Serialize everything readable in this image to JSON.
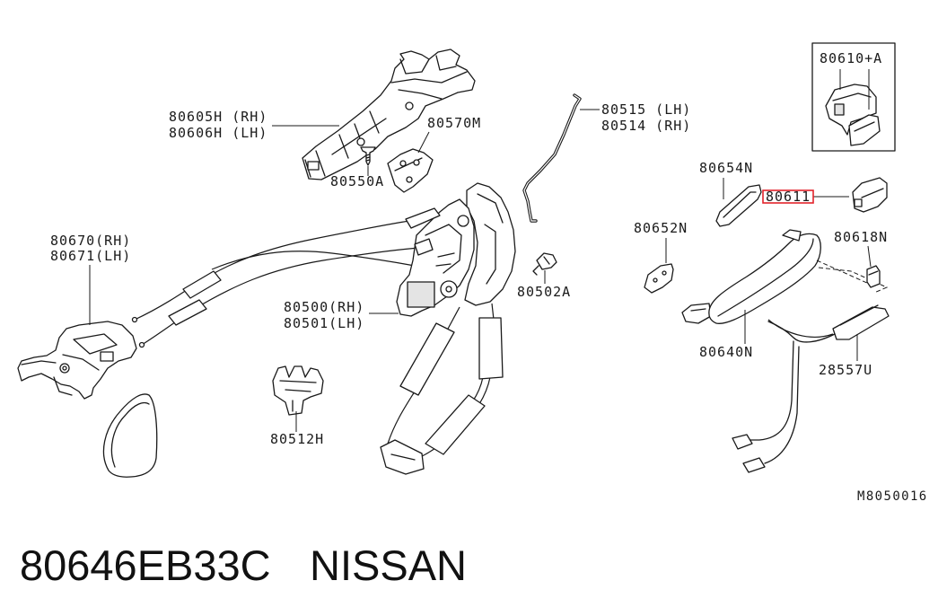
{
  "labels": {
    "part_80610a": "80610+A",
    "part_80515": [
      "80515 (LH)",
      "80514 (RH)"
    ],
    "part_80605h": [
      "80605H (RH)",
      "80606H (LH)"
    ],
    "part_80570m": "80570M",
    "part_80550a": "80550A",
    "part_80654n": "80654N",
    "part_80611": "80611",
    "part_80652n": "80652N",
    "part_80618n": "80618N",
    "part_80670": [
      "80670(RH)",
      "80671(LH)"
    ],
    "part_80500": [
      "80500(RH)",
      "80501(LH)"
    ],
    "part_80502a": "80502A",
    "part_80640n": "80640N",
    "part_28557u": "28557U",
    "part_80512h": "80512H"
  },
  "figure_id": "M8050016",
  "footer": {
    "part_number": "80646EB33C",
    "brand": "NISSAN"
  },
  "colors": {
    "highlight": "#e2232b",
    "line": "#1a1a1a"
  }
}
